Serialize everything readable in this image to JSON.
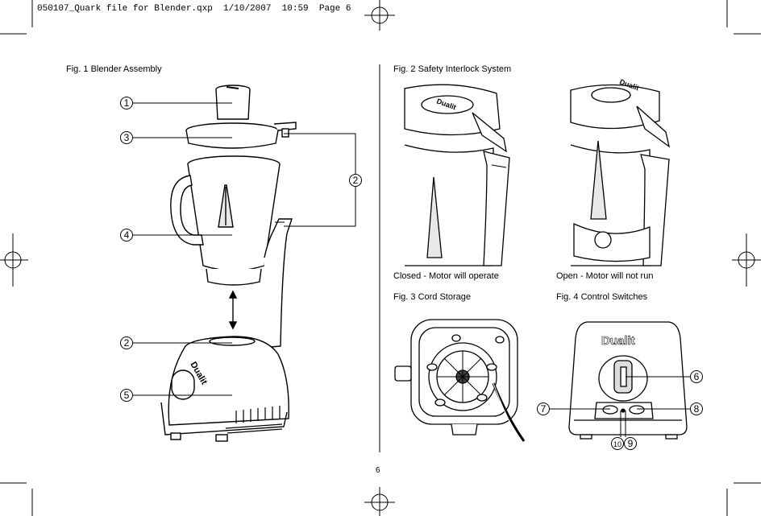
{
  "slug": "050107_Quark file for Blender.qxp  1/10/2007  10:59  Page 6",
  "fig1": {
    "caption": "Fig. 1 Blender Assembly",
    "callouts": [
      "1",
      "3",
      "2",
      "4",
      "2",
      "5"
    ],
    "brand": "Dualit"
  },
  "fig2": {
    "caption": "Fig. 2 Safety Interlock System",
    "closed": "Closed - Motor will operate",
    "open": "Open - Motor will not run",
    "brand": "Dualit"
  },
  "fig3": {
    "caption": "Fig. 3 Cord Storage"
  },
  "fig4": {
    "caption": "Fig. 4 Control Switches",
    "callouts": [
      "6",
      "7",
      "8",
      "10",
      "9"
    ],
    "brand": "Dualit"
  },
  "page_number": "6"
}
